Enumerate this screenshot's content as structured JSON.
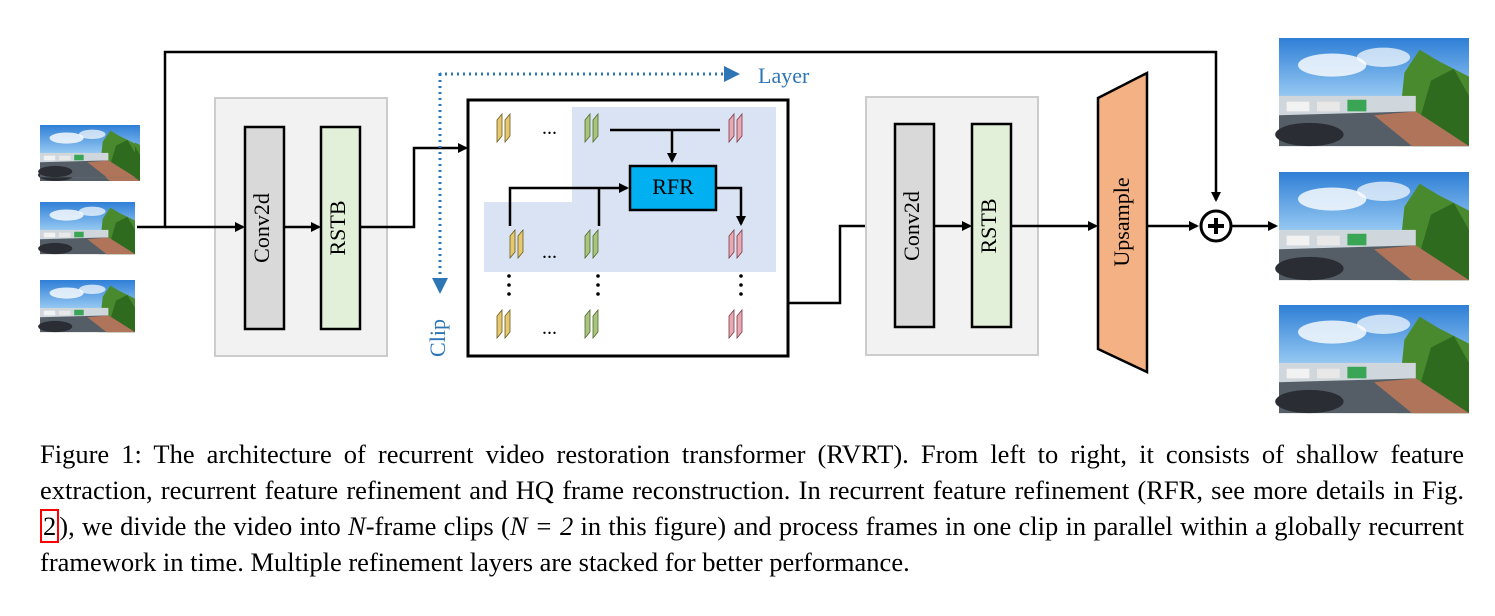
{
  "figure": {
    "labels": {
      "conv_left": "Conv2d",
      "rstb_left": "RSTB",
      "rfr": "RFR",
      "conv_right": "Conv2d",
      "rstb_right": "RSTB",
      "upsample": "Upsample",
      "layer": "Layer",
      "clip": "Clip",
      "ellipsis": "..."
    },
    "colors": {
      "conv_fill": "#d9d9d9",
      "rstb_fill": "#e2f0d9",
      "module_bg": "#f2f2f2",
      "rfr_fill": "#00b0f0",
      "highlight": "#dae3f3",
      "upsample_fill": "#f4b183",
      "axis_blue": "#2e75b6",
      "feature_yellow": "#e6c86e",
      "feature_green": "#a9c47f",
      "feature_pink": "#e8a8b4"
    }
  },
  "caption": {
    "part1": "Figure 1: The architecture of recurrent video restoration transformer (RVRT). From left to right, it consists of shallow feature extraction, recurrent feature refinement and HQ frame reconstruction. In recurrent feature refinement (RFR, see more details in Fig. ",
    "ref": "2",
    "part2": "), we divide the video into ",
    "var_n": "N",
    "part3": "-frame clips (",
    "eq": "N = 2",
    "part4": " in this figure) and process frames in one clip in parallel within a globally recurrent framework in time. Multiple refinement layers are stacked for better performance."
  }
}
